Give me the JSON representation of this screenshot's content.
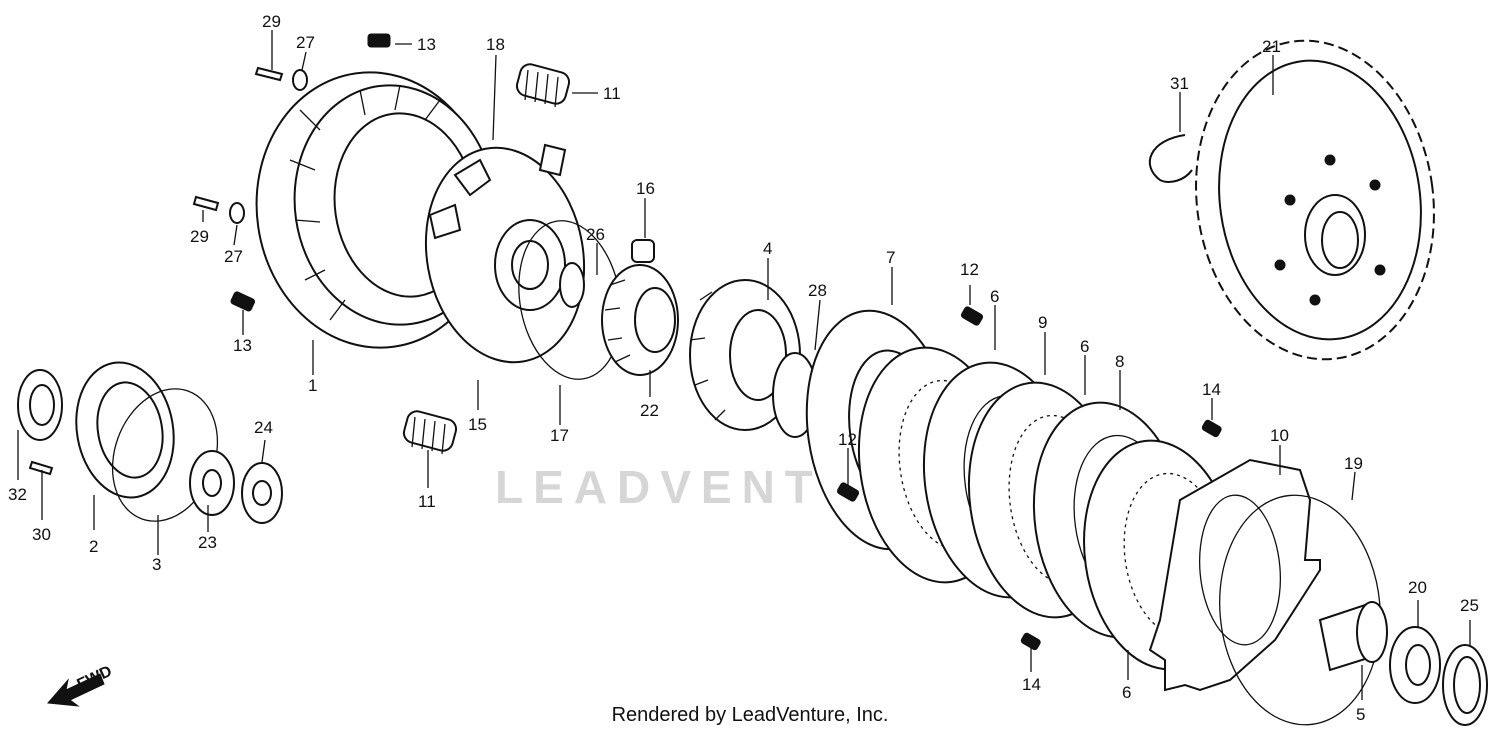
{
  "watermark": "LEADVENTURE",
  "credit": "Rendered by LeadVenture, Inc.",
  "fwd_label": "FWD",
  "callouts": [
    {
      "label": "29"
    },
    {
      "label": "27"
    },
    {
      "label": "13"
    },
    {
      "label": "18"
    },
    {
      "label": "11"
    },
    {
      "label": "21"
    },
    {
      "label": "31"
    },
    {
      "label": "16"
    },
    {
      "label": "26"
    },
    {
      "label": "29"
    },
    {
      "label": "27"
    },
    {
      "label": "4"
    },
    {
      "label": "7"
    },
    {
      "label": "12"
    },
    {
      "label": "6"
    },
    {
      "label": "28"
    },
    {
      "label": "9"
    },
    {
      "label": "6"
    },
    {
      "label": "8"
    },
    {
      "label": "13"
    },
    {
      "label": "1"
    },
    {
      "label": "15"
    },
    {
      "label": "17"
    },
    {
      "label": "22"
    },
    {
      "label": "14"
    },
    {
      "label": "10"
    },
    {
      "label": "24"
    },
    {
      "label": "19"
    },
    {
      "label": "12"
    },
    {
      "label": "32"
    },
    {
      "label": "2"
    },
    {
      "label": "30"
    },
    {
      "label": "23"
    },
    {
      "label": "3"
    },
    {
      "label": "11"
    },
    {
      "label": "20"
    },
    {
      "label": "25"
    },
    {
      "label": "14"
    },
    {
      "label": "6"
    },
    {
      "label": "5"
    }
  ]
}
